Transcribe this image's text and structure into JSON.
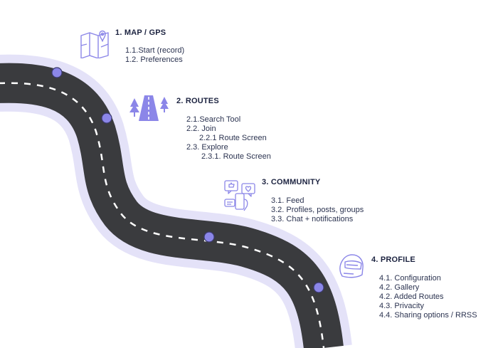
{
  "colors": {
    "road": "#3a3b3e",
    "road_glow": "#e4e2f8",
    "lane": "#ffffff",
    "waypoint": "#8b86e8",
    "waypoint_stroke": "#3b3a6e",
    "icon": "#8b86e8",
    "text": "#2b3350"
  },
  "sections": [
    {
      "id": "map",
      "title": "1. MAP / GPS",
      "icon": "map-pin-icon",
      "items": [
        {
          "text": "1.1.Start (record)",
          "indent": 0
        },
        {
          "text": "1.2. Preferences",
          "indent": 0
        }
      ]
    },
    {
      "id": "routes",
      "title": "2. ROUTES",
      "icon": "road-trees-icon",
      "items": [
        {
          "text": "2.1.Search Tool",
          "indent": 0
        },
        {
          "text": "2.2. Join",
          "indent": 0
        },
        {
          "text": "2.2.1 Route Screen",
          "indent": 1
        },
        {
          "text": "2.3. Explore",
          "indent": 0
        },
        {
          "text": "2.3.1. Route Screen",
          "indent": 2
        }
      ]
    },
    {
      "id": "community",
      "title": "3. COMMUNITY",
      "icon": "social-chat-icon",
      "items": [
        {
          "text": "3.1. Feed",
          "indent": 0
        },
        {
          "text": "3.2. Profiles, posts, groups",
          "indent": 0
        },
        {
          "text": "3.3. Chat + notifications",
          "indent": 0
        }
      ]
    },
    {
      "id": "profile",
      "title": "4. PROFILE",
      "icon": "helmet-icon",
      "items": [
        {
          "text": "4.1. Configuration",
          "indent": 0
        },
        {
          "text": "4.2. Gallery",
          "indent": 0
        },
        {
          "text": "4.2. Added Routes",
          "indent": 0
        },
        {
          "text": "4.3. Privacity",
          "indent": 0
        },
        {
          "text": "4.4. Sharing options / RRSS",
          "indent": 0
        }
      ]
    }
  ]
}
